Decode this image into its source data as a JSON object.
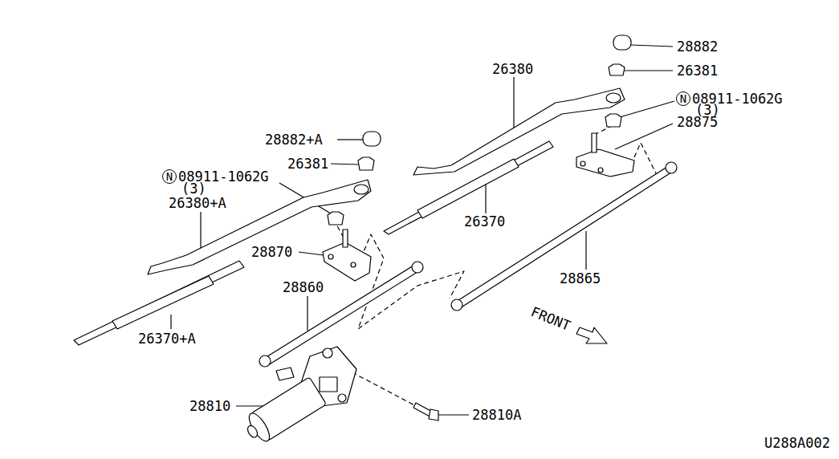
{
  "diagram": {
    "labels": [
      "28882",
      "26380",
      "26381",
      "N",
      "08911-1062G",
      "(3)",
      "28875",
      "28882+A",
      "26381",
      "N",
      "08911-1062G",
      "(3)",
      "26380+A",
      "26370",
      "28870",
      "28865",
      "28860",
      "FRONT",
      "26370+A",
      "28810",
      "28810A",
      "U288A002"
    ]
  }
}
